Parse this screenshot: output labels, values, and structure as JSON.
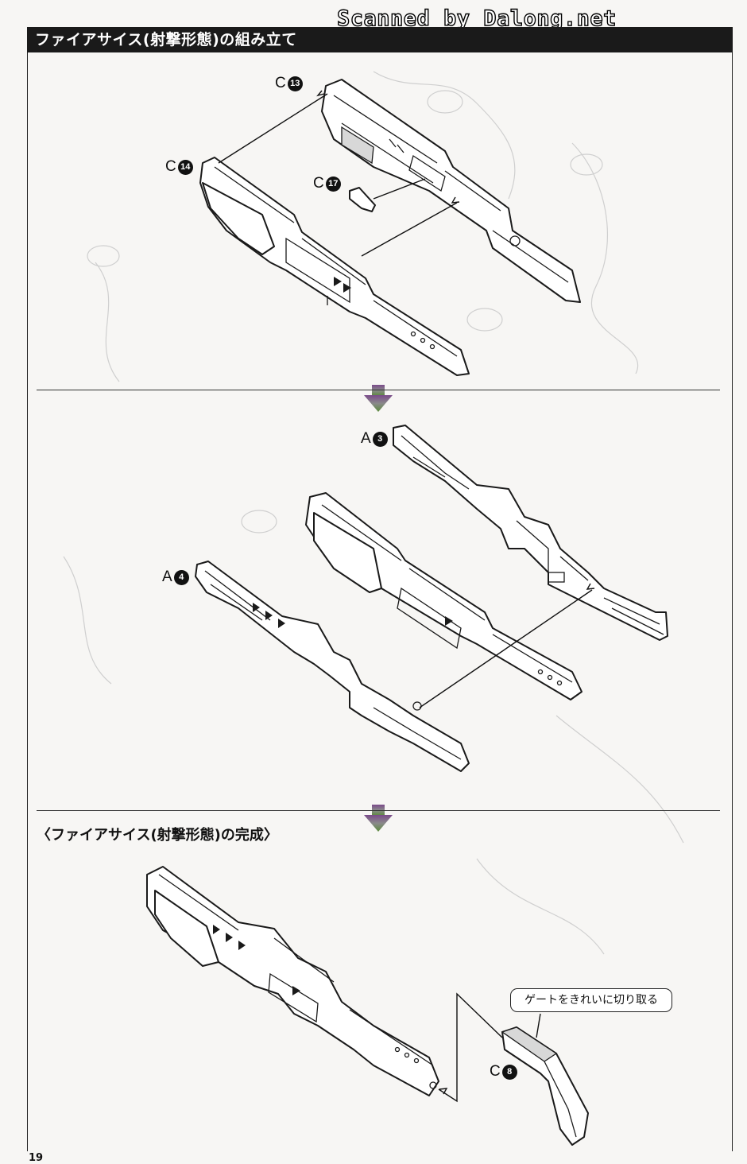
{
  "header": {
    "title": "ファイアサイス(射撃形態)の組み立て",
    "watermark": "Scanned by Dalong.net"
  },
  "steps": {
    "step1": {
      "parts": [
        {
          "letter": "C",
          "number": "13"
        },
        {
          "letter": "C",
          "number": "14"
        },
        {
          "letter": "C",
          "number": "17"
        }
      ]
    },
    "step2": {
      "parts": [
        {
          "letter": "A",
          "number": "3"
        },
        {
          "letter": "A",
          "number": "4"
        }
      ]
    },
    "step3": {
      "section_title": "〈ファイアサイス(射撃形態)の完成〉",
      "parts": [
        {
          "letter": "C",
          "number": "8"
        }
      ],
      "callout": "ゲートをきれいに切り取る"
    }
  },
  "footer": {
    "page_number": "19"
  },
  "colors": {
    "title_bar": "#1a1a1a",
    "arrow_gradient_top": "#7a4a8a",
    "arrow_gradient_bottom": "#5a8a3a"
  },
  "icons": [
    "down-arrow-icon",
    "part-number-badge"
  ]
}
